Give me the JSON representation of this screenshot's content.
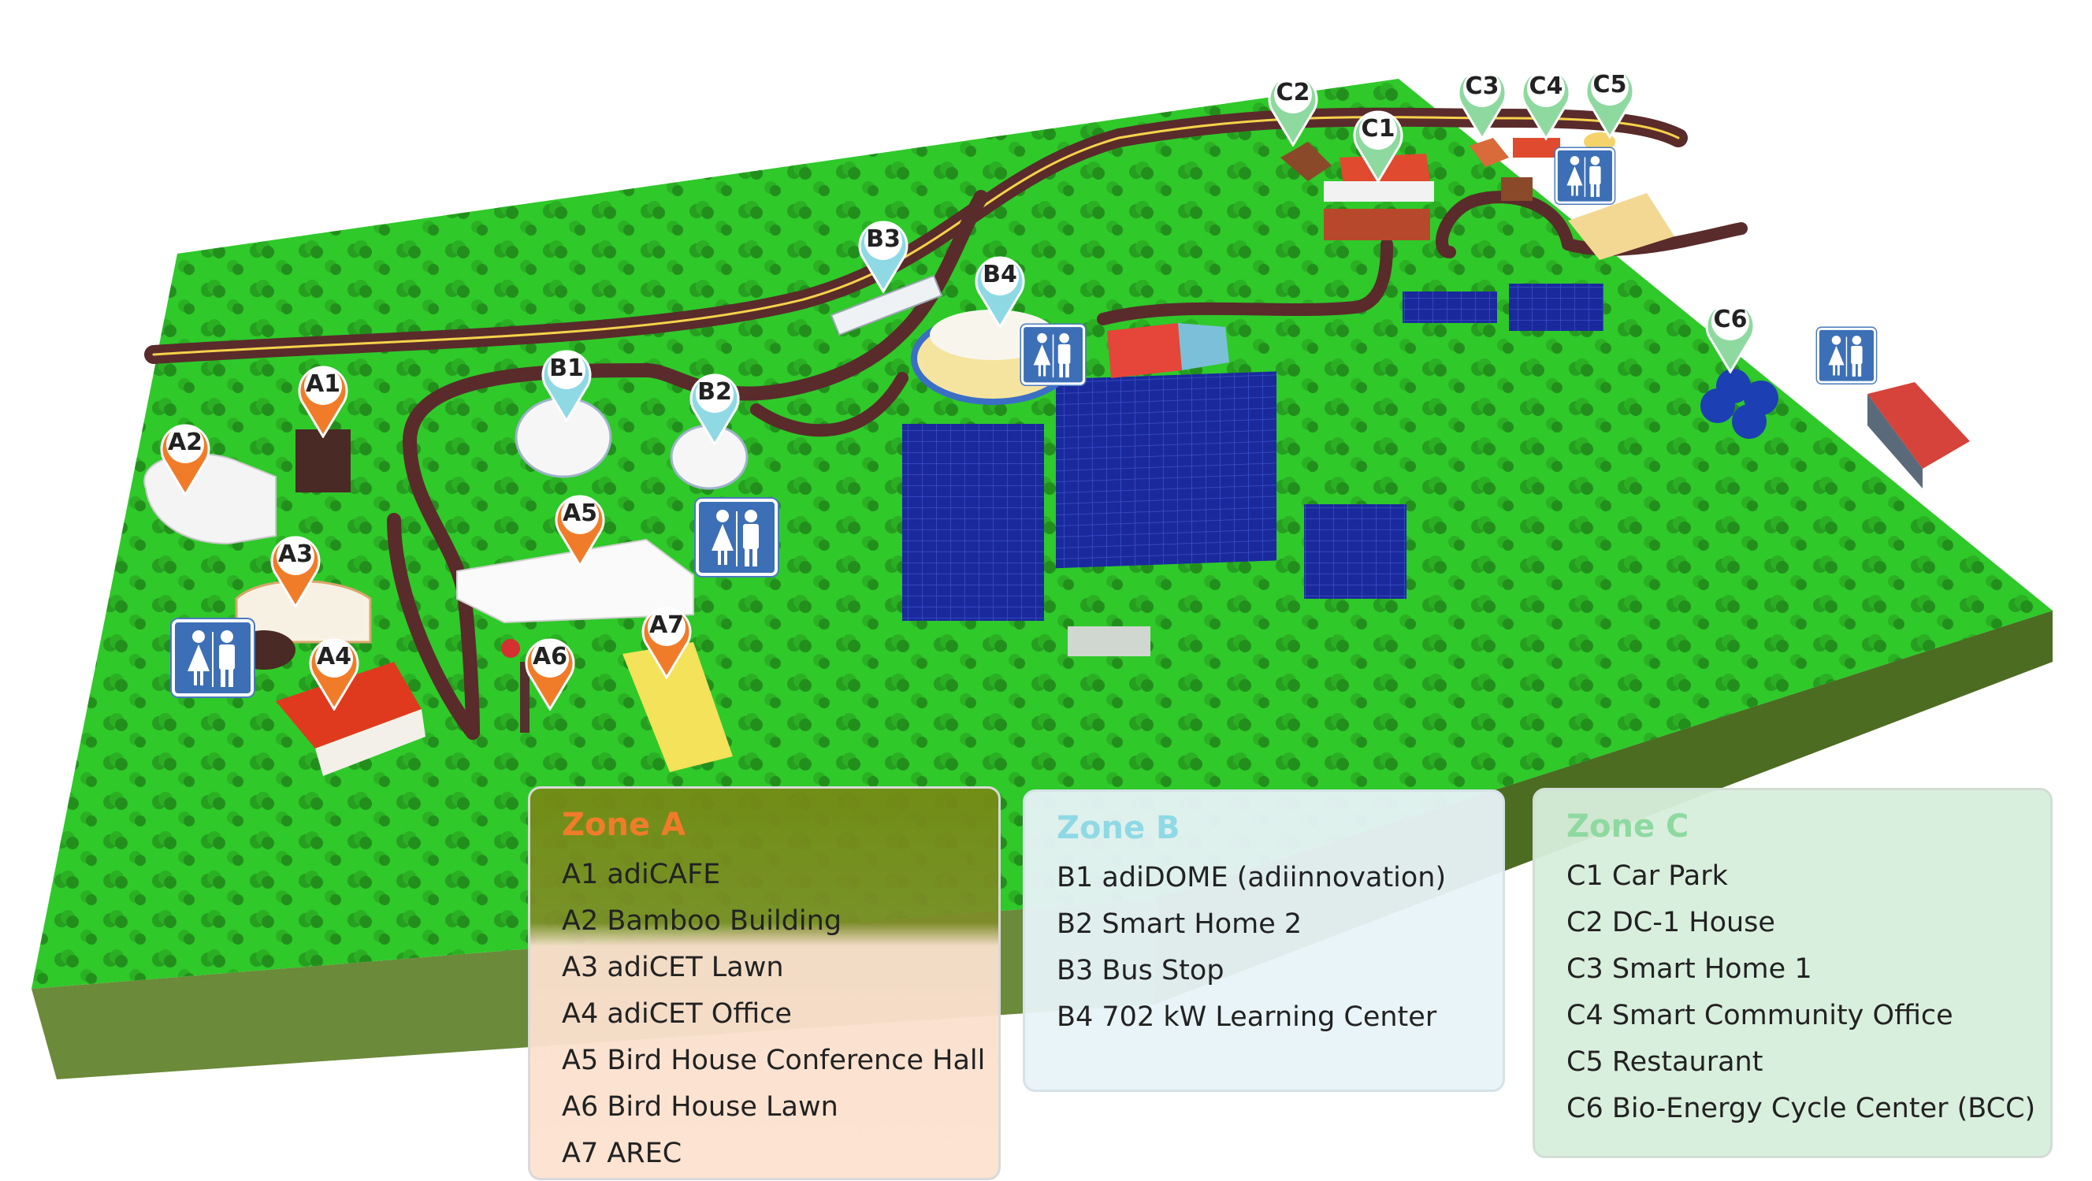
{
  "colors": {
    "zone_a_accent": "#f07c2a",
    "zone_b_accent": "#8fd9e5",
    "zone_c_accent": "#8ed9a0",
    "grass": "#2fcd2a",
    "road": "#5a2b2b",
    "solar": "#1c2a9a",
    "restroom_sign": "#3c6fb6"
  },
  "markers": {
    "a1": "A1",
    "a2": "A2",
    "a3": "A3",
    "a4": "A4",
    "a5": "A5",
    "a6": "A6",
    "a7": "A7",
    "b1": "B1",
    "b2": "B2",
    "b3": "B3",
    "b4": "B4",
    "c1": "C1",
    "c2": "C2",
    "c3": "C3",
    "c4": "C4",
    "c5": "C5",
    "c6": "C6"
  },
  "restroom_icon": "restroom-icon",
  "legend": {
    "zone_a": {
      "title": "Zone A",
      "items": [
        "A1 adiCAFE",
        "A2 Bamboo Building",
        "A3 adiCET Lawn",
        "A4 adiCET Office",
        "A5 Bird House Conference Hall",
        "A6 Bird House Lawn",
        "A7 AREC"
      ]
    },
    "zone_b": {
      "title": "Zone B",
      "items": [
        "B1 adiDOME (adiinnovation)",
        "B2 Smart Home 2",
        "B3 Bus Stop",
        "B4 702 kW Learning Center"
      ]
    },
    "zone_c": {
      "title": "Zone C",
      "items": [
        "C1 Car Park",
        "C2 DC-1 House",
        "C3 Smart Home 1",
        "C4 Smart Community Office",
        "C5 Restaurant",
        "C6 Bio-Energy Cycle Center (BCC)"
      ]
    }
  }
}
